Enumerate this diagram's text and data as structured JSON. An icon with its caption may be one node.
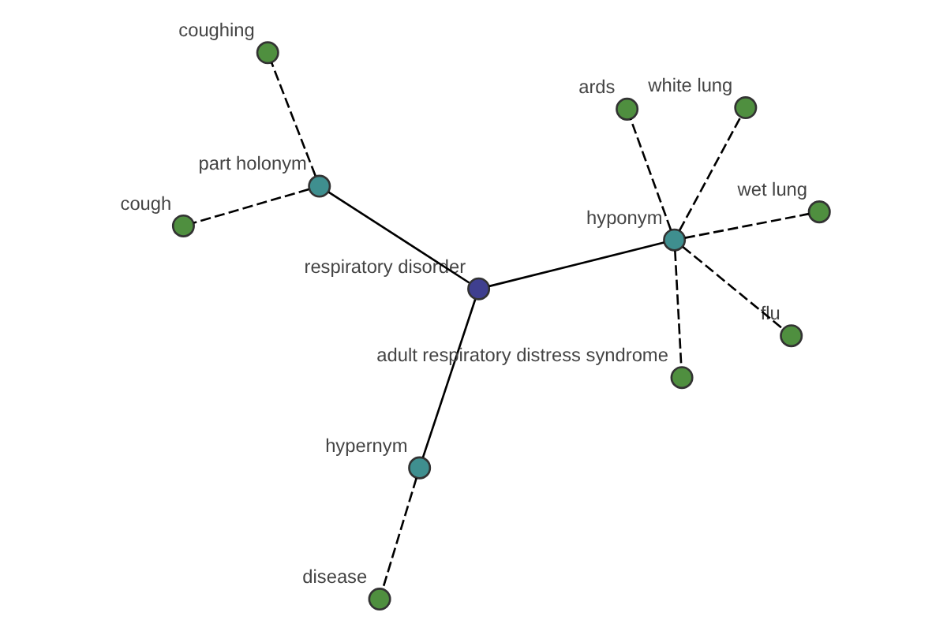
{
  "diagram": {
    "nodes": [
      {
        "text": [
          "respiratory disorder"
        ]
      },
      {
        "text": [
          "hyponym"
        ]
      },
      {
        "text": [
          "hypernym"
        ]
      },
      {
        "text": [
          "part holonym"
        ]
      },
      {
        "text": [
          "white lung"
        ]
      },
      {
        "text": [
          "ards"
        ]
      },
      {
        "text": [
          "adult respiratory distress syndrome"
        ]
      },
      {
        "text": [
          "wet lung"
        ]
      },
      {
        "text": [
          "flu"
        ]
      },
      {
        "text": [
          "disease"
        ]
      },
      {
        "text": [
          "cough"
        ]
      },
      {
        "text": [
          "coughing"
        ]
      }
    ],
    "edges": [
      {
        "from": 0,
        "to": 1,
        "arrow": "none"
      },
      {
        "from": 0,
        "to": 2,
        "arrow": "none"
      },
      {
        "from": 0,
        "to": 3,
        "arrow": "none"
      },
      {
        "from": 1,
        "to": 4,
        "arrow": "none",
        "style": "dashed"
      },
      {
        "from": 1,
        "to": 5,
        "arrow": "none",
        "style": "dashed"
      },
      {
        "from": 1,
        "to": 6,
        "arrow": "none",
        "style": "dashed"
      },
      {
        "from": 1,
        "to": 7,
        "arrow": "none",
        "style": "dashed"
      },
      {
        "from": 1,
        "to": 8,
        "arrow": "none",
        "style": "dashed"
      },
      {
        "from": 2,
        "to": 9,
        "arrow": "none",
        "style": "dashed"
      },
      {
        "from": 3,
        "to": 10,
        "arrow": "none",
        "style": "dashed"
      },
      {
        "from": 3,
        "to": 11,
        "arrow": "none",
        "style": "dashed"
      }
    ]
  }
}
